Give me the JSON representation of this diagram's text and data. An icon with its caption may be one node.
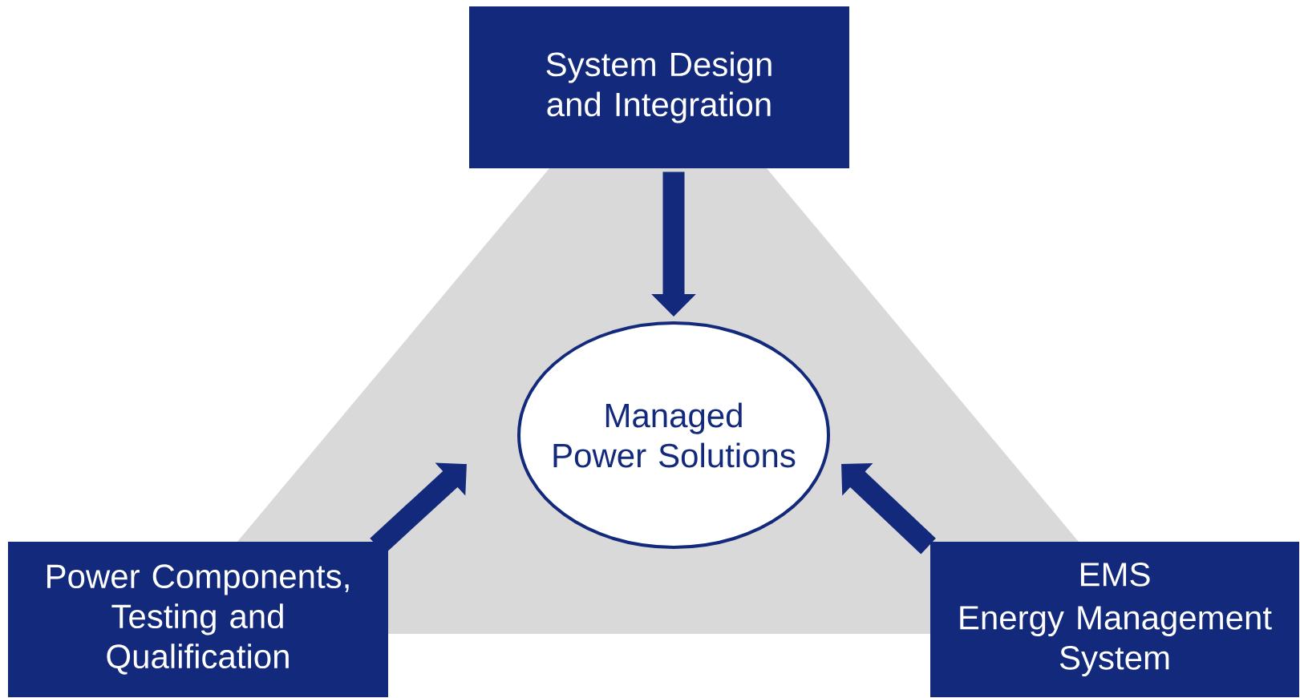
{
  "diagram": {
    "nodes": [
      {
        "text": [
          "System Design and Integration"
        ]
      },
      {
        "text": [
          "Managed Power Solutions"
        ]
      },
      {
        "text": [
          "Power Components, Testing and Qualification"
        ]
      },
      {
        "text": [
          "EMS",
          "Energy Management System"
        ]
      }
    ],
    "edges": [
      {
        "from": 0,
        "to": 1,
        "arrow": "to"
      },
      {
        "from": 2,
        "to": 1,
        "arrow": "to"
      },
      {
        "from": 3,
        "to": 1,
        "arrow": "to"
      }
    ]
  }
}
